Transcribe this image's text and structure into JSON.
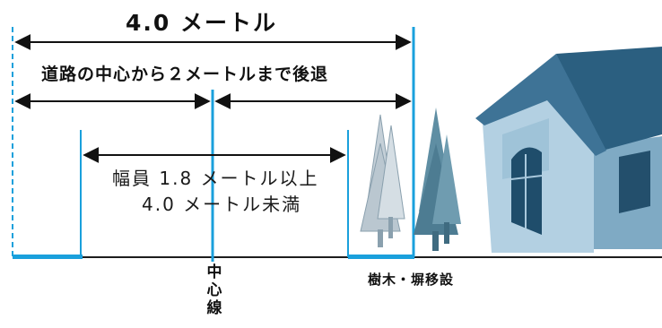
{
  "labels": {
    "total_width": "4.0 メートル",
    "setback": "道路の中心から２メートルまで後退",
    "road_width_min": "幅員 1.8 メートル以上",
    "road_width_max": "4.0 メートル未満",
    "center_line": "中心線",
    "trees_fence": "樹木・塀移設"
  },
  "colors": {
    "line": "#1aa0dc",
    "arrow": "#111111",
    "tree_front": "#bfcbd3",
    "tree_back": "#5e8fa6",
    "house_roof": "#2b5f80",
    "house_wall": "#a9c8dc",
    "house_side": "#7faac4"
  }
}
